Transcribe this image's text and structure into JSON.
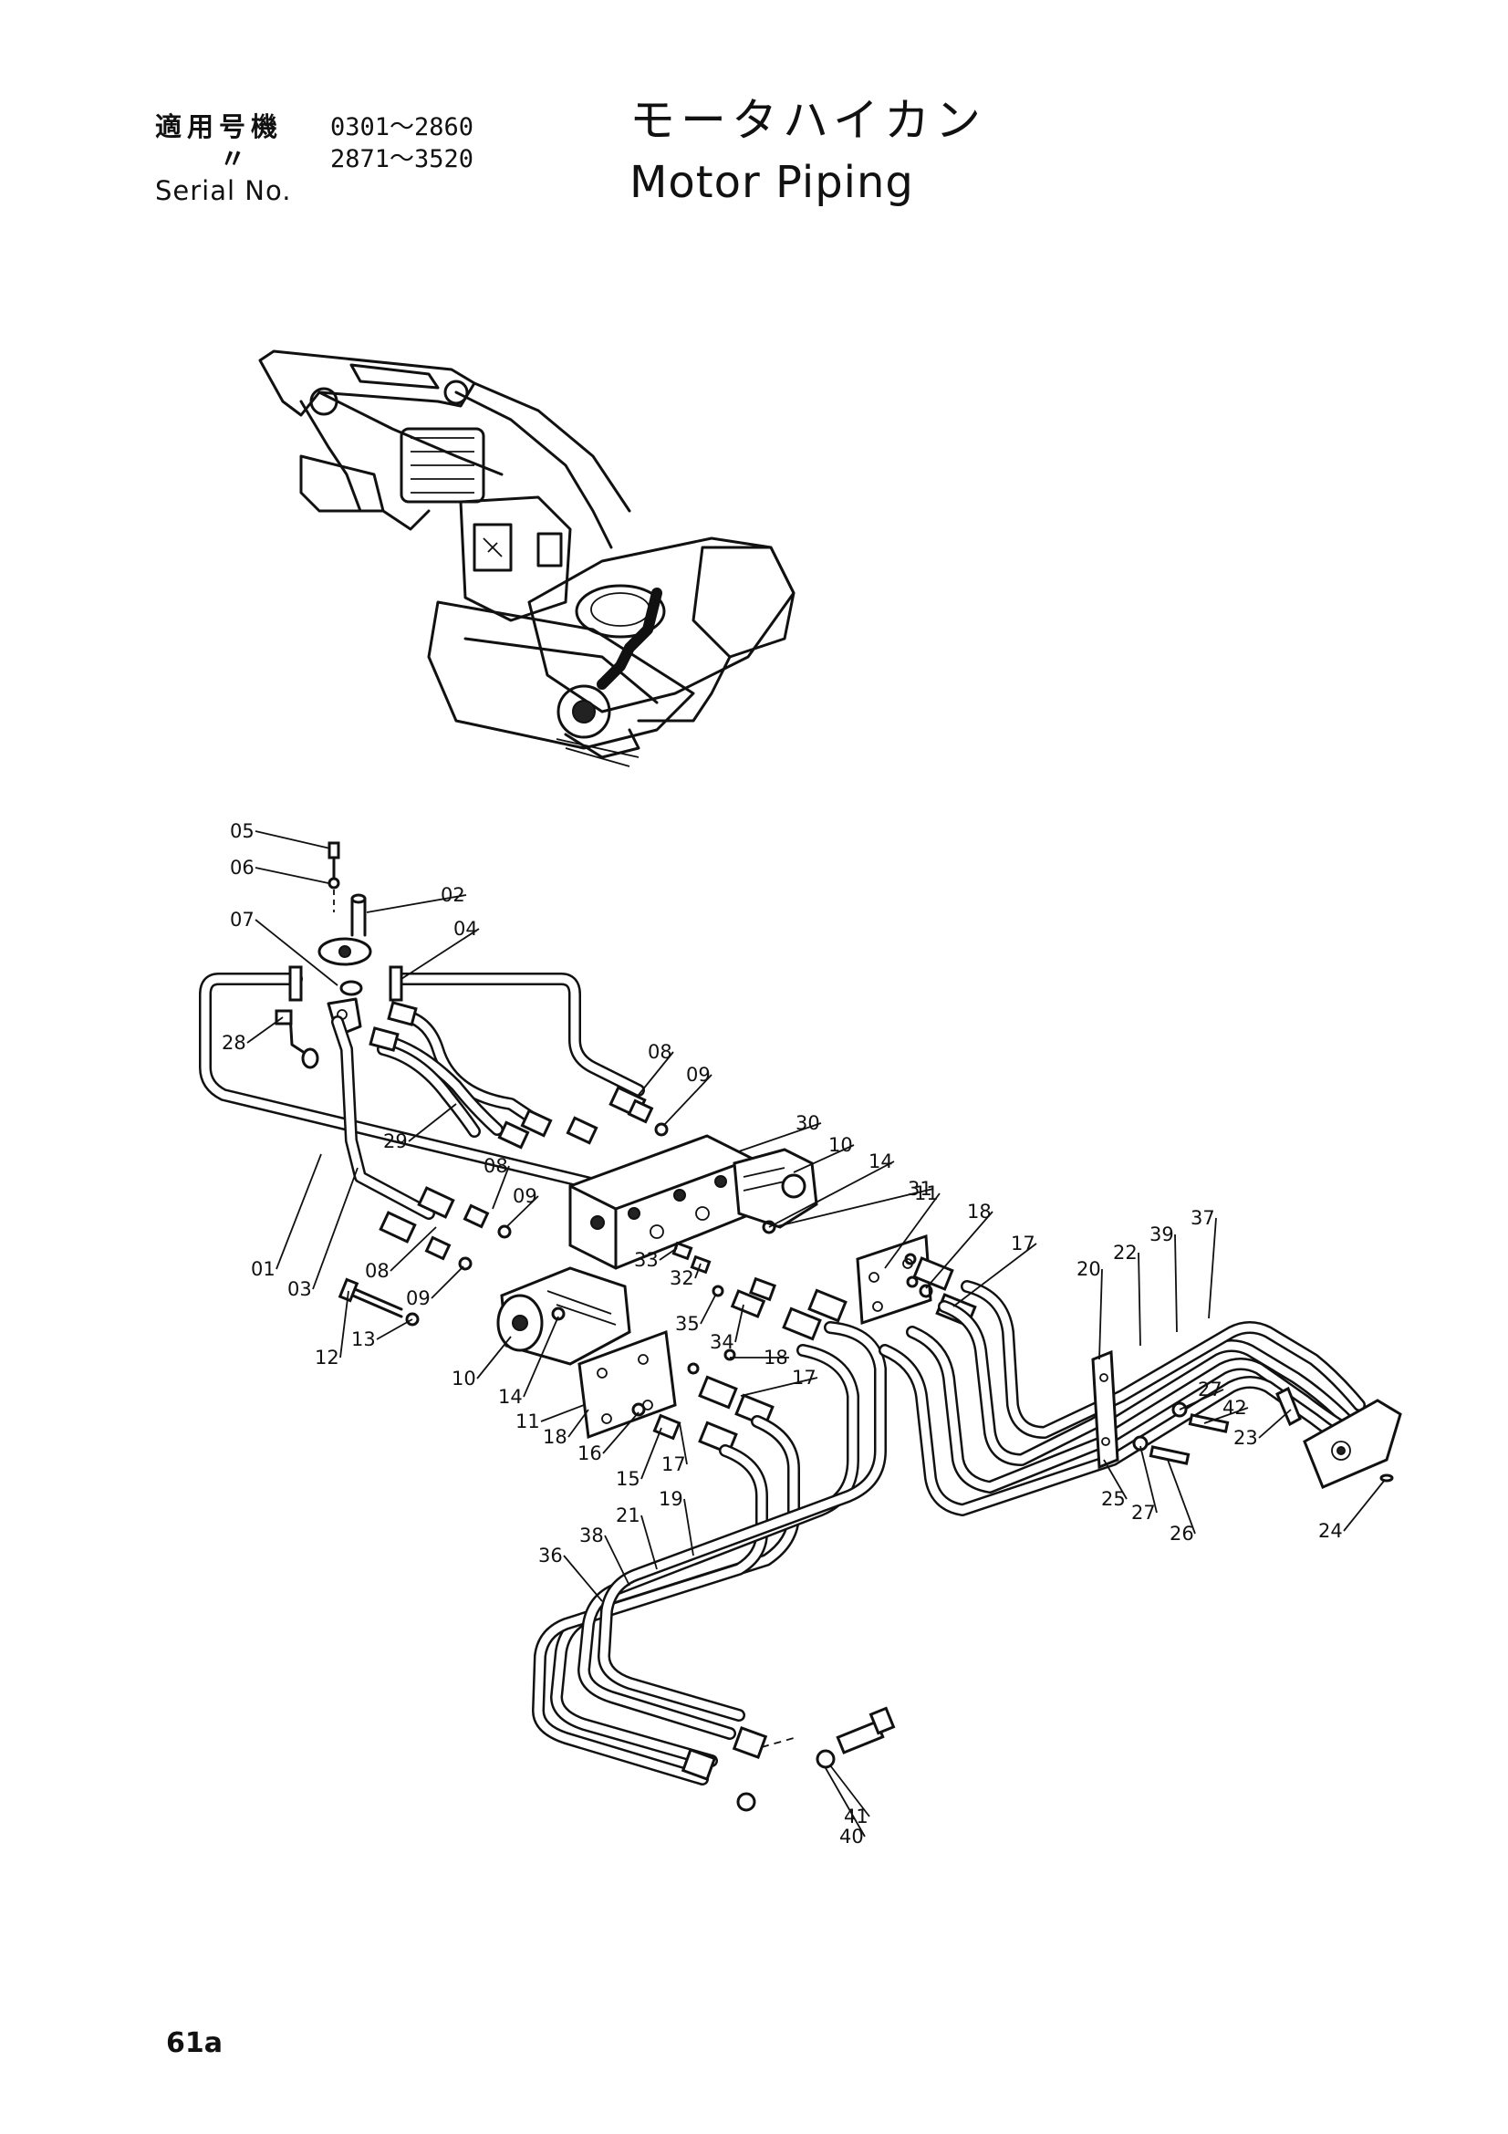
{
  "header": {
    "serial_label_jp": "適用号機",
    "ditto_mark": "〃",
    "serial_label_en": "Serial No.",
    "range_1": "0301～2860",
    "range_2": "2871～3520"
  },
  "title": {
    "japanese": "モータハイカン",
    "english": "Motor Piping"
  },
  "page_number": "61a",
  "callouts": [
    "05",
    "06",
    "02",
    "07",
    "04",
    "28",
    "29",
    "08",
    "09",
    "30",
    "10",
    "14",
    "31",
    "08",
    "09",
    "01",
    "03",
    "08",
    "09",
    "12",
    "13",
    "10",
    "14",
    "33",
    "32",
    "35",
    "34",
    "18",
    "17",
    "11",
    "18",
    "16",
    "15",
    "17",
    "11",
    "18",
    "17",
    "20",
    "22",
    "39",
    "37",
    "27",
    "42",
    "23",
    "25",
    "27",
    "26",
    "24",
    "19",
    "21",
    "38",
    "36",
    "41",
    "40"
  ]
}
